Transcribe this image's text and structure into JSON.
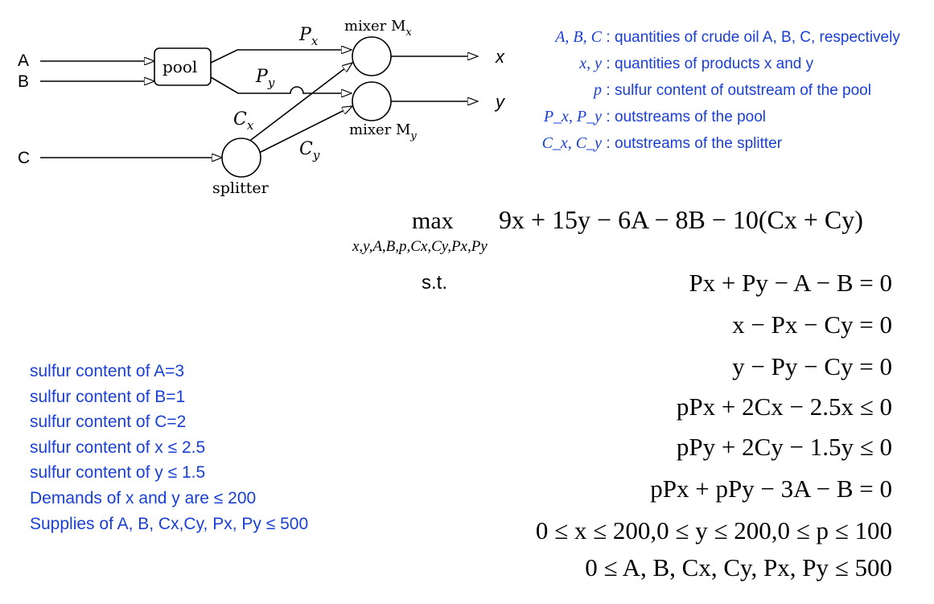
{
  "diagram": {
    "inputs": [
      "A",
      "B",
      "C"
    ],
    "outputs": [
      "x",
      "y"
    ],
    "pool_label": "pool",
    "splitter_label": "splitter",
    "mixer_x_label": "mixer M",
    "mixer_x_sub": "x",
    "mixer_y_label": "mixer M",
    "mixer_y_sub": "y",
    "stream_px": "P",
    "stream_px_sub": "x",
    "stream_py": "P",
    "stream_py_sub": "y",
    "stream_cx": "C",
    "stream_cx_sub": "x",
    "stream_cy": "C",
    "stream_cy_sub": "y"
  },
  "legend": [
    {
      "symbol": "A, B, C",
      "desc": "quantities of crude oil A, B, C, respectively"
    },
    {
      "symbol": "x, y",
      "desc": "quantities of products x and y"
    },
    {
      "symbol": "p",
      "desc": "sulfur content of outstream of the pool"
    },
    {
      "symbol": "P_x, P_y",
      "desc": "outstreams of the pool"
    },
    {
      "symbol": "C_x, C_y",
      "desc": "outstreams of the splitter"
    }
  ],
  "notes": [
    "sulfur content of A=3",
    "sulfur content of B=1",
    "sulfur content of C=2",
    "sulfur content of x ≤ 2.5",
    "sulfur content of y ≤ 1.5",
    "Demands of x and y are ≤ 200",
    "Supplies of A, B, Cx,Cy, Px, Py ≤ 500"
  ],
  "optimization": {
    "max_label": "max",
    "max_vars": "x,y,A,B,p,Cx,Cy,Px,Py",
    "objective": "9x + 15y − 6A − 8B − 10(Cx + Cy)",
    "st_label": "s.t.",
    "constraints": [
      "Px + Py − A − B = 0",
      "x − Px − Cy = 0",
      "y − Py − Cy = 0",
      "pPx + 2Cx − 2.5x ≤ 0",
      "pPy + 2Cy − 1.5y ≤ 0",
      "pPx + pPy − 3A − B = 0",
      "0 ≤ x ≤ 200,0 ≤ y ≤ 200,0 ≤ p ≤ 100",
      "0 ≤ A, B, Cx, Cy, Px, Py ≤ 500"
    ]
  }
}
